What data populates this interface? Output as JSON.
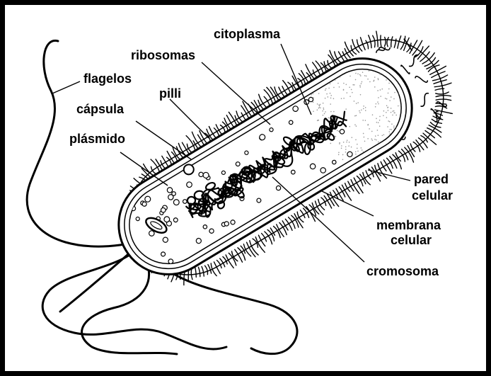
{
  "labels": {
    "citoplasma": "citoplasma",
    "ribosomas": "ribosomas",
    "flagelos": "flagelos",
    "pilli": "pilli",
    "capsula": "cápsula",
    "plasmido": "plásmido",
    "pared_line1": "pared",
    "pared_line2": "celular",
    "membrana_line1": "membrana",
    "membrana_line2": "celular",
    "cromosoma": "cromosoma"
  },
  "colors": {
    "ink": "#000000",
    "background": "#ffffff",
    "cytoplasm_stipple": "#9a9a9a"
  }
}
